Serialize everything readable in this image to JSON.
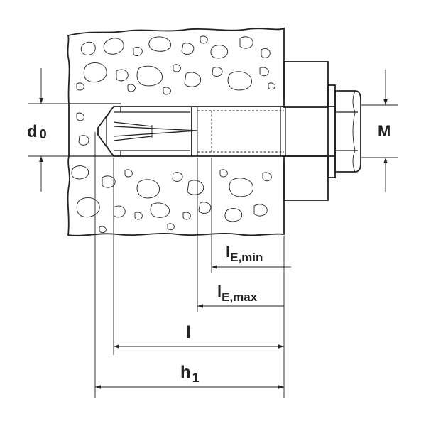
{
  "labels": {
    "d0_main": "d",
    "d0_sub": "0",
    "M": "M",
    "le_min_main": "l",
    "le_min_sub": "E,min",
    "le_max_main": "l",
    "le_max_sub": "E,max",
    "l": "l",
    "h1_main": "h",
    "h1_sub": "1"
  },
  "colors": {
    "ink": "#222222",
    "background": "#ffffff"
  }
}
